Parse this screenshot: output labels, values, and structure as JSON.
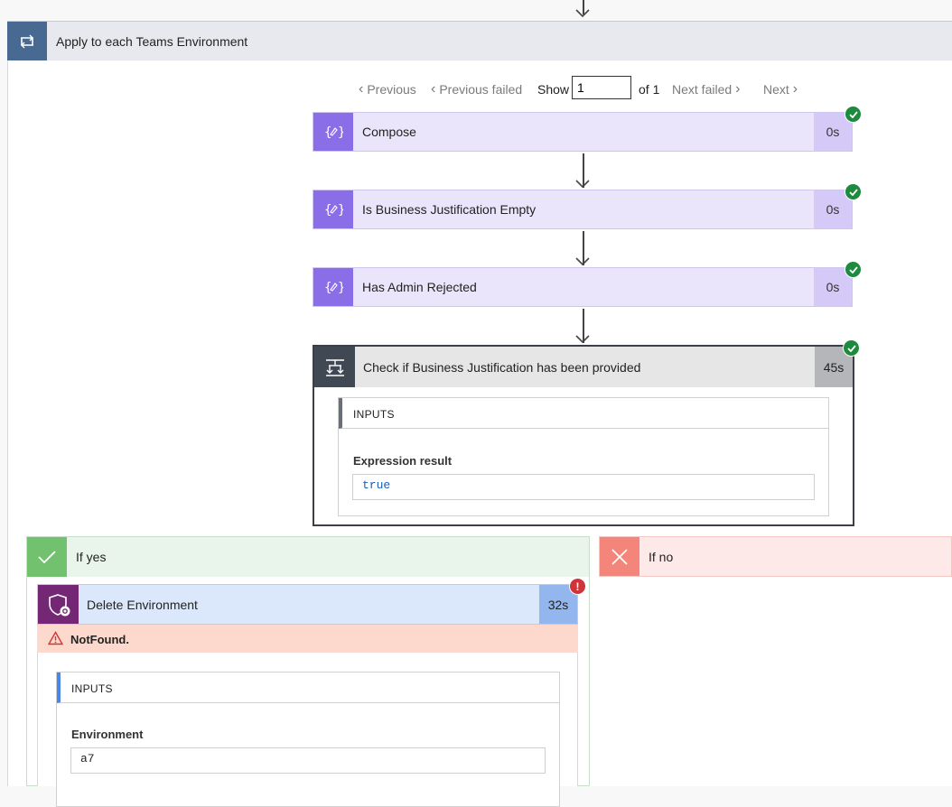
{
  "loop": {
    "title": "Apply to each Teams Environment",
    "icon": "loop-icon"
  },
  "pager": {
    "previous": "Previous",
    "previous_failed": "Previous failed",
    "show": "Show",
    "current_page": "1",
    "of_total": "of 1",
    "next_failed": "Next failed",
    "next": "Next"
  },
  "actions": [
    {
      "title": "Compose",
      "duration": "0s",
      "icon": "compose-icon",
      "status": "succeeded"
    },
    {
      "title": "Is Business Justification Empty",
      "duration": "0s",
      "icon": "compose-icon",
      "status": "succeeded"
    },
    {
      "title": "Has Admin Rejected",
      "duration": "0s",
      "icon": "compose-icon",
      "status": "succeeded"
    }
  ],
  "condition": {
    "title": "Check if Business Justification has been provided",
    "duration": "45s",
    "status": "succeeded",
    "inputs_label": "INPUTS",
    "field_label": "Expression result",
    "field_value": "true"
  },
  "branches": {
    "yes_label": "If yes",
    "no_label": "If no"
  },
  "delete_action": {
    "title": "Delete Environment",
    "duration": "32s",
    "status": "failed",
    "error": "NotFound.",
    "inputs_label": "INPUTS",
    "field_label": "Environment",
    "field_value": "a7"
  },
  "colors": {
    "loop_accent": "#486991",
    "compose_accent": "#8a6ee8",
    "condition_accent": "#404854",
    "success": "#1e8a3e",
    "error": "#d13438",
    "yes_accent": "#71c16f",
    "no_accent": "#f4857a",
    "admin_accent": "#742774"
  }
}
